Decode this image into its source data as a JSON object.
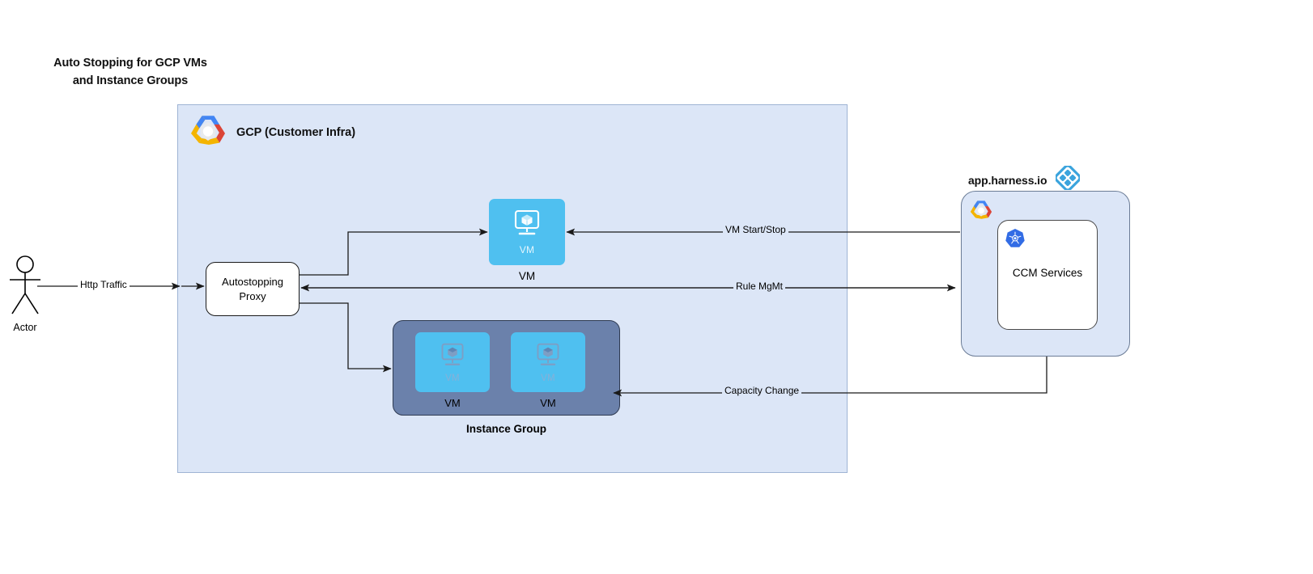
{
  "title": {
    "line1": "Auto Stopping for GCP VMs",
    "line2": "and Instance Groups"
  },
  "gcp_container": {
    "label": "GCP (Customer Infra)",
    "logo": "gcp-logo-icon",
    "background": "#dce6f7",
    "border": "#9fb4d4"
  },
  "actor": {
    "label": "Actor",
    "icon": "stick-figure-icon"
  },
  "proxy": {
    "label": "Autostopping\nProxy",
    "line1": "Autostopping",
    "line2": "Proxy"
  },
  "vm_standalone": {
    "inner_label": "VM",
    "caption": "VM",
    "color": "#4fc0f0",
    "icon": "vm-monitor-cube-icon"
  },
  "instance_group": {
    "caption": "Instance Group",
    "color": "#6b81ab",
    "vms": [
      {
        "inner_label": "VM",
        "caption": "VM",
        "icon": "vm-monitor-cube-icon"
      },
      {
        "inner_label": "VM",
        "caption": "VM",
        "icon": "vm-monitor-cube-icon"
      }
    ]
  },
  "harness": {
    "header_label": "app.harness.io",
    "header_logo": "harness-diamond-icon",
    "card_logo": "gcp-logo-icon",
    "service": {
      "label": "CCM Services",
      "icon": "kubernetes-icon"
    },
    "accent": "#3ba4dd"
  },
  "connectors": {
    "http_traffic": "Http Traffic",
    "vm_start_stop": "VM Start/Stop",
    "rule_mgmt": "Rule MgMt",
    "capacity_change": "Capacity Change"
  }
}
